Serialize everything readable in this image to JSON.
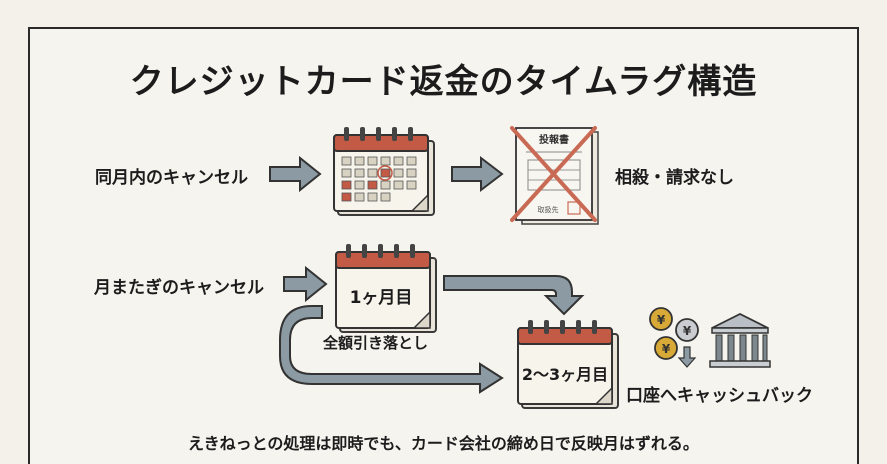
{
  "title": "クレジットカード返金のタイムラグ構造",
  "row1": {
    "label": "同月内のキャンセル",
    "invoice_label": "投報書",
    "invoice_sub": "取扱先",
    "result": "相殺・請求なし"
  },
  "row2": {
    "label": "月またぎのキャンセル",
    "cal1": "1ヶ月目",
    "charge": "全額引き落とし",
    "cal2": "2〜3ヶ月目",
    "result": "口座へキャッシュバック"
  },
  "footnote": "えきねっとの処理は即時でも、カード会社の締め日で反映月はずれる。",
  "colors": {
    "calendar_red": "#c25a45",
    "arrow_fill": "#8c9aa3",
    "cross_red": "#c96a55",
    "coin_gold": "#d8a936"
  },
  "icons": [
    "calendar-icon",
    "invoice-icon",
    "coin-icon",
    "bank-icon"
  ]
}
